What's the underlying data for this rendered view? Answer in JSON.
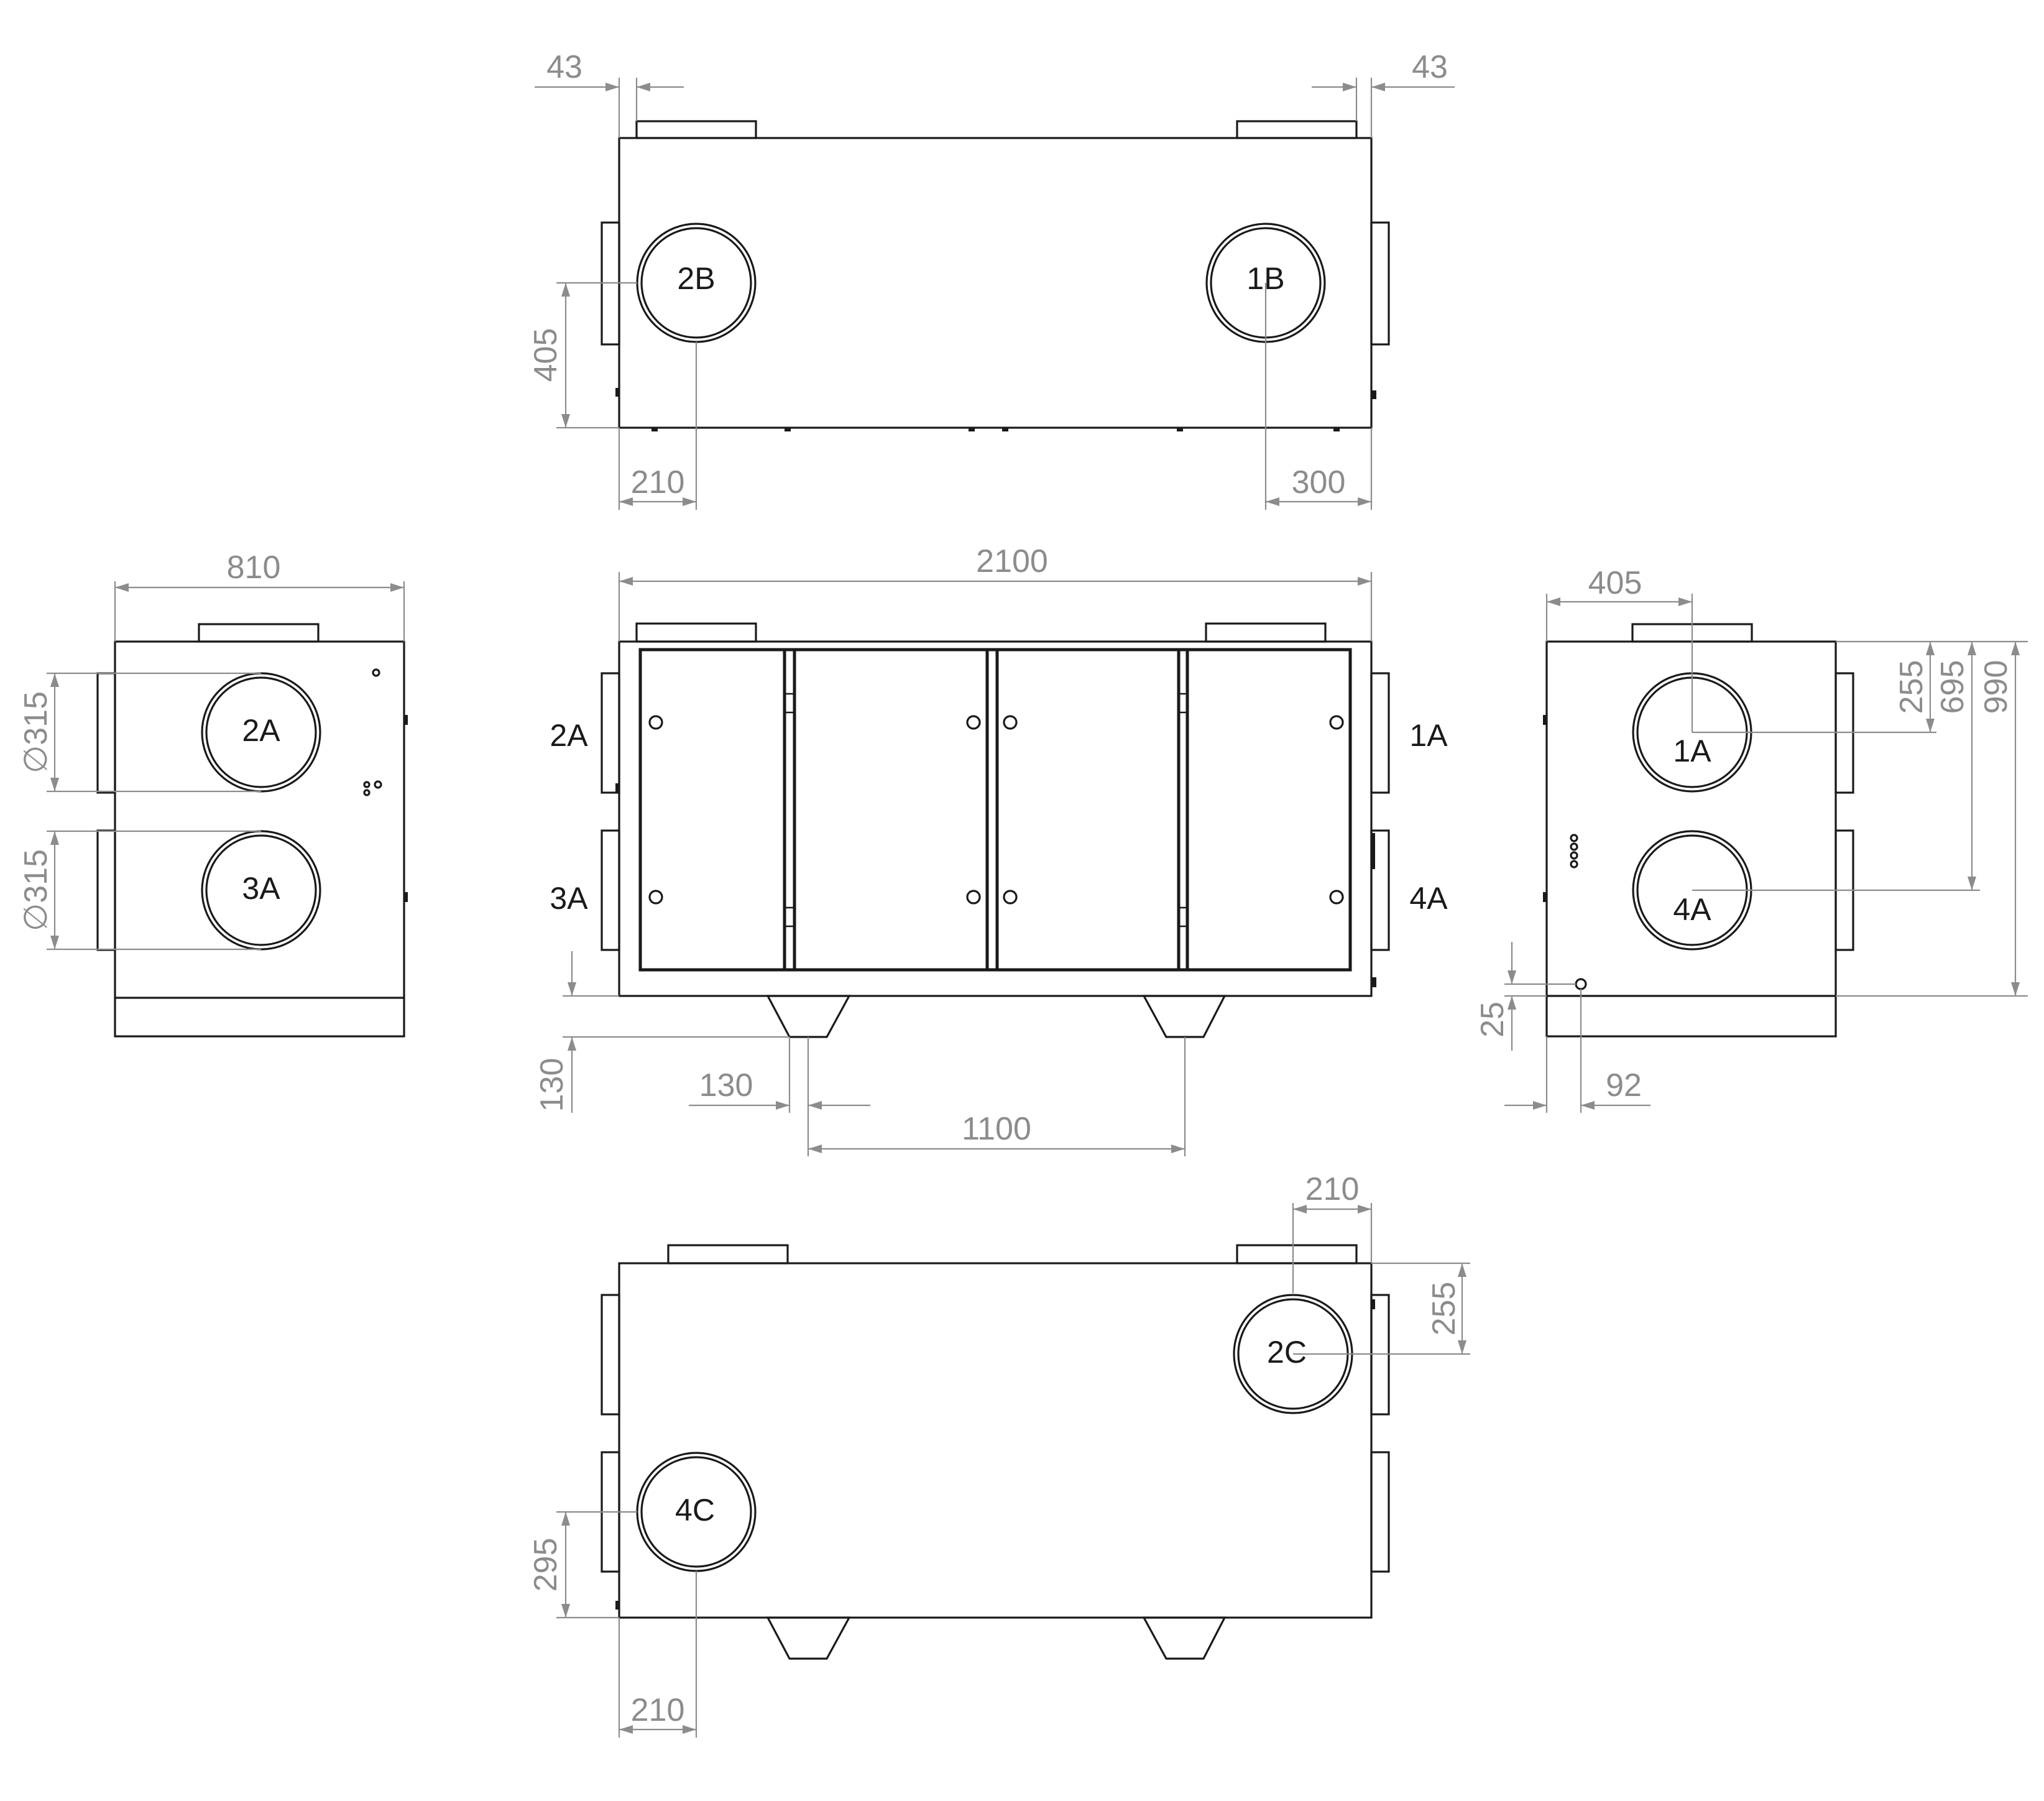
{
  "views": {
    "top": {
      "dims": {
        "left_offset": "43",
        "right_offset": "43",
        "height_2b": "405",
        "left_210": "210",
        "right_300": "300"
      },
      "ports": {
        "p2b": "2B",
        "p1b": "1B"
      }
    },
    "left": {
      "dims": {
        "width": "810",
        "dia_upper": "∅315",
        "dia_lower": "∅315"
      },
      "ports": {
        "p2a": "2A",
        "p3a": "3A"
      }
    },
    "front": {
      "dims": {
        "length": "2100",
        "leg_height": "130",
        "leg_width": "130",
        "leg_spacing": "1100"
      },
      "labels": {
        "l2a": "2A",
        "l3a": "3A",
        "l1a": "1A",
        "l4a": "4A"
      }
    },
    "right": {
      "dims": {
        "width_405": "405",
        "v255": "255",
        "v695": "695",
        "v990": "990",
        "v25": "25",
        "h92": "92"
      },
      "ports": {
        "p1a": "1A",
        "p4a": "4A"
      }
    },
    "bottom": {
      "dims": {
        "top_210": "210",
        "v255": "255",
        "v295": "295",
        "bottom_210": "210"
      },
      "ports": {
        "p2c": "2C",
        "p4c": "4C"
      }
    }
  },
  "colors": {
    "outline": "#1a1a1a",
    "dimension": "#8c8c8c",
    "background": "#ffffff"
  }
}
